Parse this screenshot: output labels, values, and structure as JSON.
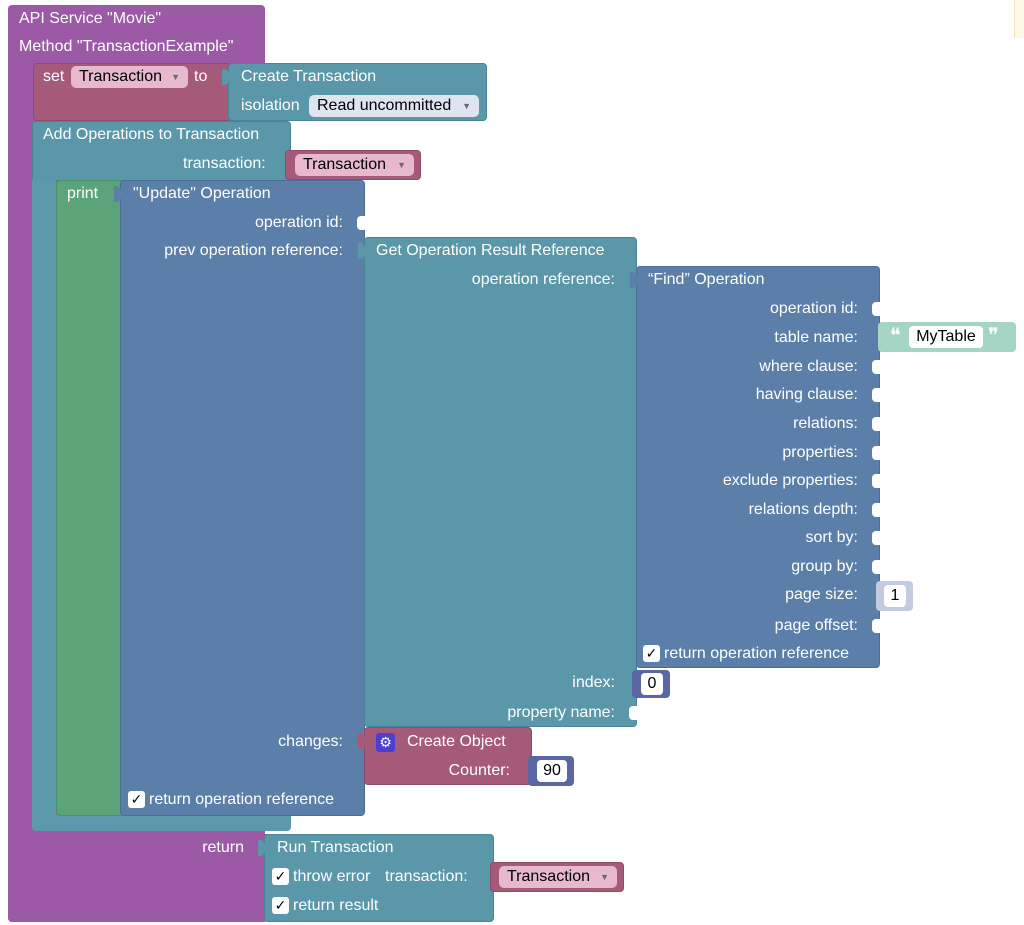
{
  "service": {
    "line1": "API Service \"Movie\"",
    "line2": "Method \"TransactionExample\""
  },
  "set_block": {
    "set_label": "set",
    "variable": "Transaction",
    "to_label": "to"
  },
  "create_transaction": {
    "title": "Create Transaction",
    "isolation_label": "isolation",
    "isolation_value": "Read uncommitted"
  },
  "add_operations": {
    "title": "Add Operations to Transaction",
    "transaction_label": "transaction:",
    "transaction_var": "Transaction"
  },
  "print_block": {
    "label": "print"
  },
  "update_operation": {
    "title": "\"Update\" Operation",
    "operation_id_label": "operation id:",
    "prev_ref_label": "prev operation reference:",
    "changes_label": "changes:",
    "return_ref_label": "return operation reference"
  },
  "get_result_ref": {
    "title": "Get Operation Result Reference",
    "operation_ref_label": "operation reference:",
    "index_label": "index:",
    "index_value": "0",
    "property_name_label": "property name:"
  },
  "find_operation": {
    "title": "“Find” Operation",
    "operation_id_label": "operation id:",
    "table_name_label": "table name:",
    "table_name_value": "MyTable",
    "where_label": "where clause:",
    "having_label": "having clause:",
    "relations_label": "relations:",
    "properties_label": "properties:",
    "exclude_label": "exclude properties:",
    "depth_label": "relations depth:",
    "sort_label": "sort by:",
    "group_label": "group by:",
    "page_size_label": "page size:",
    "page_size_value": "1",
    "page_offset_label": "page offset:",
    "return_ref_label": "return operation reference"
  },
  "create_object": {
    "title": "Create Object",
    "counter_label": "Counter:",
    "counter_value": "90"
  },
  "return_block": {
    "return_label": "return",
    "run_title": "Run Transaction",
    "throw_error_label": "throw error",
    "transaction_label": "transaction:",
    "transaction_var": "Transaction",
    "return_result_label": "return result"
  },
  "icons": {
    "checkbox": "checkmark-icon",
    "dropdown": "triangle-down-icon",
    "gear": "gear-icon",
    "quote": "quote-icon"
  },
  "colors": {
    "service": "#9b59a6",
    "variable": "#a55a7a",
    "transaction": "#5a97a9",
    "operation": "#5b7fa8",
    "print": "#5ba479",
    "number": "#5b67a5",
    "text": "#a5d6c5"
  }
}
